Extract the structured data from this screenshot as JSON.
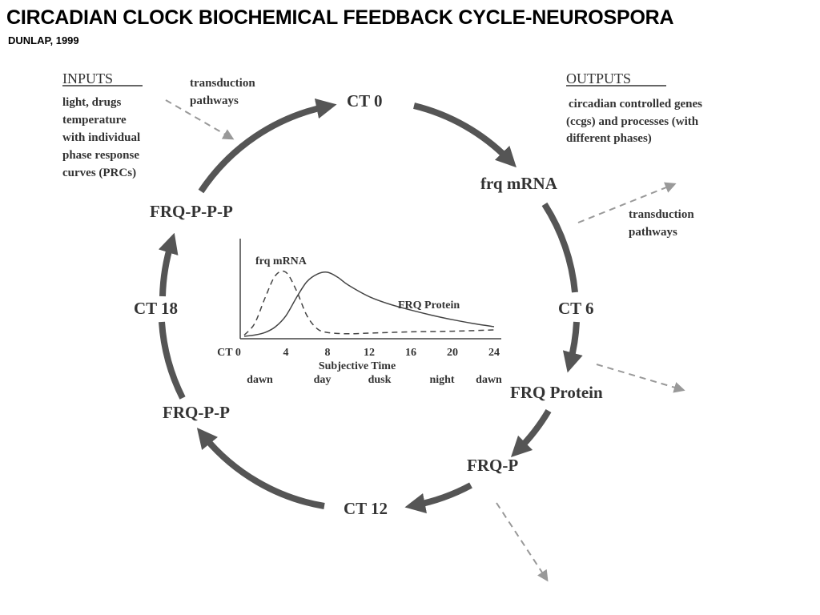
{
  "header": {
    "title": "CIRCADIAN CLOCK BIOCHEMICAL FEEDBACK CYCLE-NEUROSPORA",
    "subtitle": "DUNLAP, 1999"
  },
  "inputs": {
    "heading": "INPUTS",
    "lines": [
      "light, drugs",
      "temperature",
      "with individual",
      "phase response",
      "curves (PRCs)"
    ]
  },
  "transduction_top": {
    "lines": [
      "transduction",
      "pathways"
    ]
  },
  "outputs": {
    "heading": "OUTPUTS",
    "lines": [
      "circadian controlled genes",
      "(ccgs) and processes (with",
      "different phases)"
    ]
  },
  "transduction_right": {
    "lines": [
      "transduction",
      "pathways"
    ]
  },
  "cycle": {
    "ct0": "CT 0",
    "frq_mrna": "frq mRNA",
    "ct6": "CT 6",
    "frq_protein": "FRQ Protein",
    "frq_p": "FRQ-P",
    "ct12": "CT 12",
    "frq_pp": "FRQ-P-P",
    "ct18": "CT 18",
    "frq_ppp": "FRQ-P-P-P"
  },
  "colors": {
    "arc": "#555555",
    "dashed": "#999999",
    "text": "#333333"
  },
  "chart_data": {
    "type": "line",
    "xlabel": "Subjective Time",
    "x_tick_labels": [
      "CT 0",
      "4",
      "8",
      "12",
      "16",
      "20",
      "24"
    ],
    "x_ticks": [
      0,
      4,
      8,
      12,
      16,
      20,
      24
    ],
    "xlim": [
      0,
      24
    ],
    "phase_labels": [
      "dawn",
      "day",
      "dusk",
      "night",
      "dawn"
    ],
    "phase_positions": [
      1.5,
      7.5,
      13,
      19,
      23.5
    ],
    "ylim": [
      0,
      1
    ],
    "series": [
      {
        "name": "frq mRNA",
        "style": "dashed",
        "x": [
          0,
          1,
          2,
          3,
          4,
          5,
          6,
          7,
          8,
          10,
          12,
          16,
          20,
          24
        ],
        "y": [
          0.02,
          0.2,
          0.6,
          0.95,
          1.0,
          0.72,
          0.33,
          0.12,
          0.06,
          0.04,
          0.05,
          0.07,
          0.08,
          0.1
        ]
      },
      {
        "name": "FRQ Protein",
        "style": "solid",
        "x": [
          0,
          1,
          2,
          3,
          4,
          5,
          6,
          7,
          8,
          9,
          10,
          12,
          14,
          16,
          18,
          20,
          22,
          24
        ],
        "y": [
          0.0,
          0.02,
          0.06,
          0.15,
          0.32,
          0.6,
          0.85,
          0.97,
          1.0,
          0.92,
          0.8,
          0.62,
          0.5,
          0.41,
          0.33,
          0.26,
          0.2,
          0.15
        ]
      }
    ]
  }
}
